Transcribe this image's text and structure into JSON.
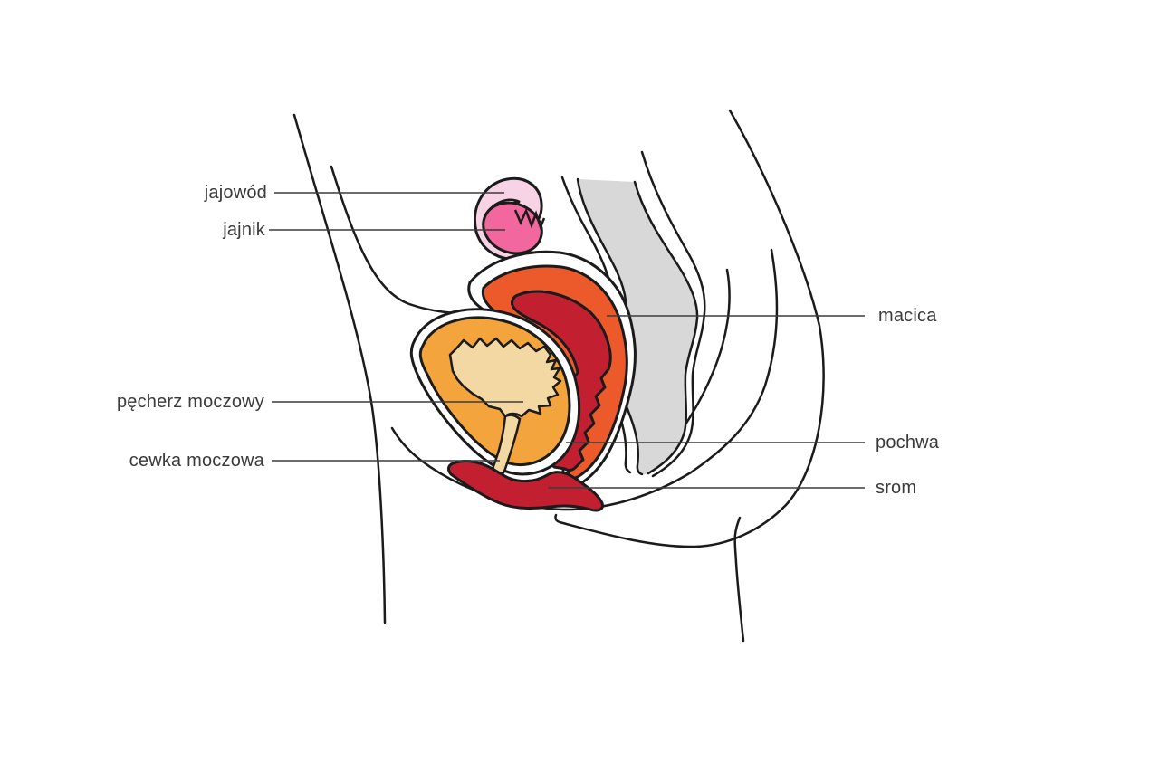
{
  "labels": {
    "jajowod": "jajowód",
    "jajnik": "jajnik",
    "macica": "macica",
    "pecherz_moczowy": "pęcherz moczowy",
    "cewka_moczowa": "cewka moczowa",
    "pochwa": "pochwa",
    "srom": "srom"
  },
  "colors": {
    "background": "#ffffff",
    "white": "#ffffff",
    "outline": "#1b1b1b",
    "leader_line": "#3c3c3c",
    "label_text": "#3a3a3a",
    "fallopian_tube_pink": "#f8d3e5",
    "ovary_pink": "#f2679e",
    "uterus_orange": "#ec5a2b",
    "deep_red": "#c22031",
    "bladder_orange": "#f3a43c",
    "bladder_interior_tan": "#f3d8a3",
    "rectum_gray": "#d8d8d8"
  }
}
